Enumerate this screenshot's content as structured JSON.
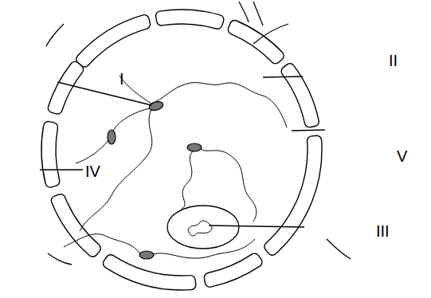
{
  "diagram": {
    "labels": [
      "I",
      "II",
      "V",
      "IV",
      "III"
    ]
  }
}
